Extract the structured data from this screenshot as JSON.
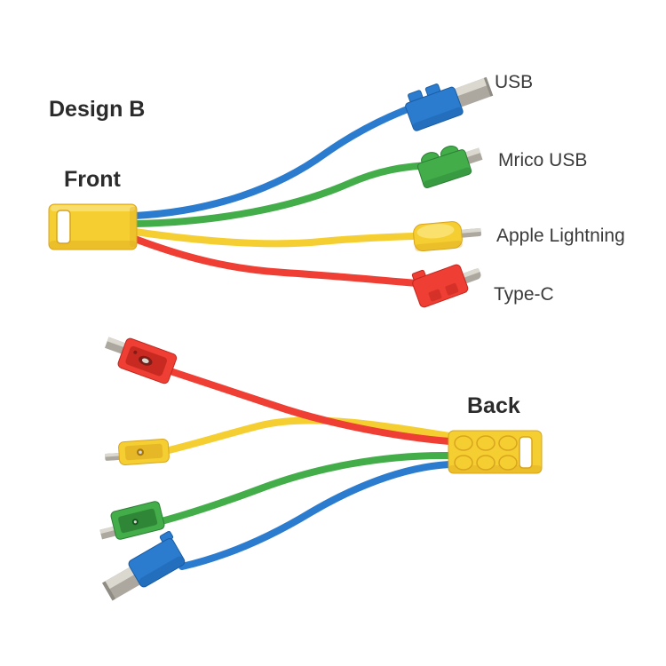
{
  "title": "Design B",
  "front": {
    "label": "Front"
  },
  "back": {
    "label": "Back"
  },
  "connectors": {
    "usb": {
      "label": "USB",
      "brick_color": "blue"
    },
    "micro_usb": {
      "label": "Mrico USB",
      "brick_color": "green"
    },
    "lightning": {
      "label": "Apple Lightning",
      "brick_color": "yellow"
    },
    "type_c": {
      "label": "Type-C",
      "brick_color": "red"
    }
  },
  "colors": {
    "brick-yellow": "#F5CE32",
    "brick-yellow-dark": "#D9A41E",
    "brick-yellow-light": "#FBE57A",
    "cable-blue": "#2B7CCF",
    "brick-blue-dark": "#1A5CA4",
    "cable-green": "#43AD4A",
    "brick-green-dark": "#2B7F34",
    "cable-red": "#EF3E33",
    "brick-red-dark": "#C1271F",
    "metal": "#ACA89F",
    "metal-light": "#DBD8D0",
    "metal-edge": "#8F8C84",
    "label-text": "#3A3A3A",
    "heading-text": "#2B2B2B",
    "background": "#FFFFFF"
  }
}
